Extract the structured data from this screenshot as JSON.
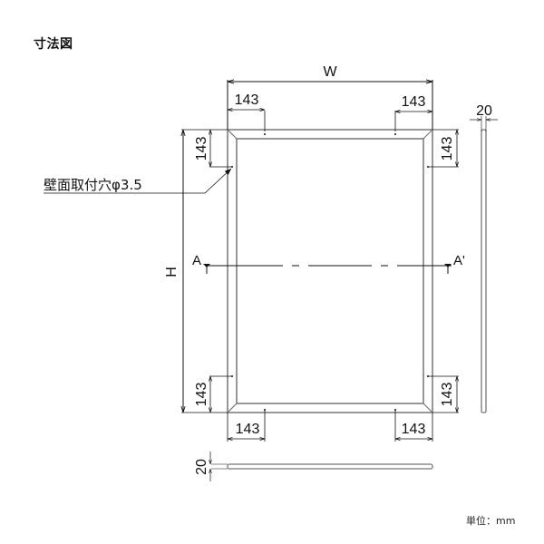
{
  "title": "寸法図",
  "unit_label": "単位：mm",
  "dimensions": {
    "width_label": "W",
    "height_label": "H",
    "top_left_offset": "143",
    "top_right_offset": "143",
    "bottom_left_offset": "143",
    "bottom_right_offset": "143",
    "left_top_offset": "143",
    "left_bottom_offset": "143",
    "right_top_offset": "143",
    "right_bottom_offset": "143",
    "side_depth": "20",
    "bottom_depth": "20"
  },
  "annotations": {
    "mounting_hole": "壁面取付穴φ3.5",
    "section_start": "A",
    "section_end": "A'"
  },
  "colors": {
    "line": "#111111",
    "frame": "#888888"
  }
}
